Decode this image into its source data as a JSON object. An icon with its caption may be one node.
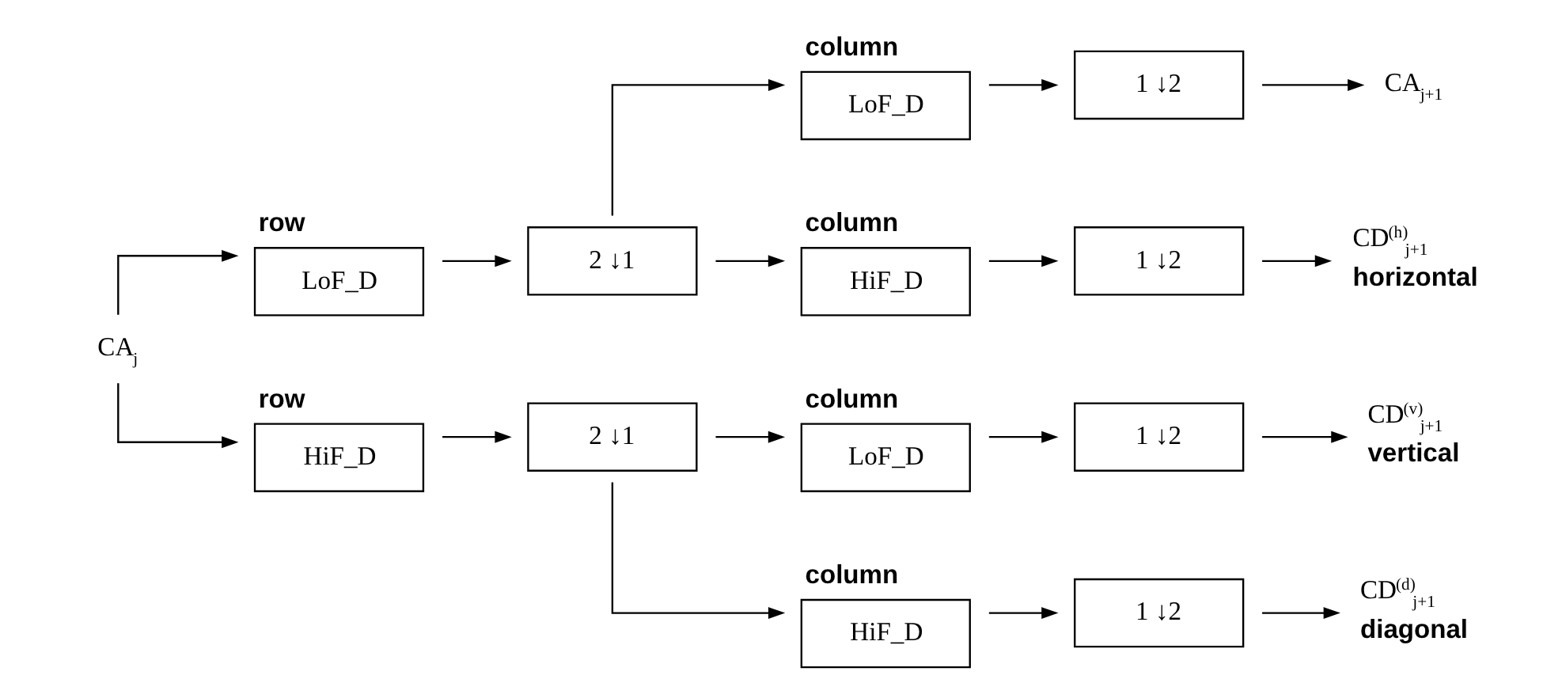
{
  "diagram": {
    "nodes": [
      {
        "text": [
          "CA$_{j}$"
        ]
      },
      {
        "text": [
          "LoF_D"
        ],
        "beside": [
          "row"
        ]
      },
      {
        "text": [
          "2 ↓1"
        ]
      },
      {
        "text": [
          "LoF_D"
        ],
        "beside": [
          "column"
        ]
      },
      {
        "text": [
          "HiF_D"
        ],
        "beside": [
          "column"
        ]
      },
      {
        "text": [
          "1 ↓2"
        ]
      },
      {
        "text": [
          "1 ↓2"
        ]
      },
      {
        "text": [
          "CA$_{j+1}$"
        ]
      },
      {
        "text": [
          "CD$^{(h)}$$_{j+1}$",
          "horizontal"
        ]
      },
      {
        "text": [
          "HiF_D"
        ],
        "beside": [
          "row"
        ]
      },
      {
        "text": [
          "2 ↓1"
        ]
      },
      {
        "text": [
          "LoF_D"
        ],
        "beside": [
          "column"
        ]
      },
      {
        "text": [
          "HiF_D"
        ],
        "beside": [
          "column"
        ]
      },
      {
        "text": [
          "1 ↓2"
        ]
      },
      {
        "text": [
          "1 ↓2"
        ]
      },
      {
        "text": [
          "CD$^{(v)}$$_{j+1}$",
          "vertical"
        ]
      },
      {
        "text": [
          "CD$^{(d)}$$_{j+1}$",
          "diagonal"
        ]
      }
    ],
    "edges": [
      {
        "from": 0,
        "to": 1,
        "arrow": "to"
      },
      {
        "from": 0,
        "to": 9,
        "arrow": "to"
      },
      {
        "from": 1,
        "to": 2,
        "arrow": "to"
      },
      {
        "from": 2,
        "to": 3,
        "arrow": "to"
      },
      {
        "from": 2,
        "to": 4,
        "arrow": "to"
      },
      {
        "from": 3,
        "to": 5,
        "arrow": "to"
      },
      {
        "from": 4,
        "to": 6,
        "arrow": "to"
      },
      {
        "from": 5,
        "to": 7,
        "arrow": "to"
      },
      {
        "from": 6,
        "to": 8,
        "arrow": "to"
      },
      {
        "from": 9,
        "to": 10,
        "arrow": "to"
      },
      {
        "from": 10,
        "to": 11,
        "arrow": "to"
      },
      {
        "from": 10,
        "to": 12,
        "arrow": "to"
      },
      {
        "from": 11,
        "to": 13,
        "arrow": "to"
      },
      {
        "from": 12,
        "to": 14,
        "arrow": "to"
      },
      {
        "from": 13,
        "to": 15,
        "arrow": "to"
      },
      {
        "from": 14,
        "to": 16,
        "arrow": "to"
      }
    ]
  }
}
